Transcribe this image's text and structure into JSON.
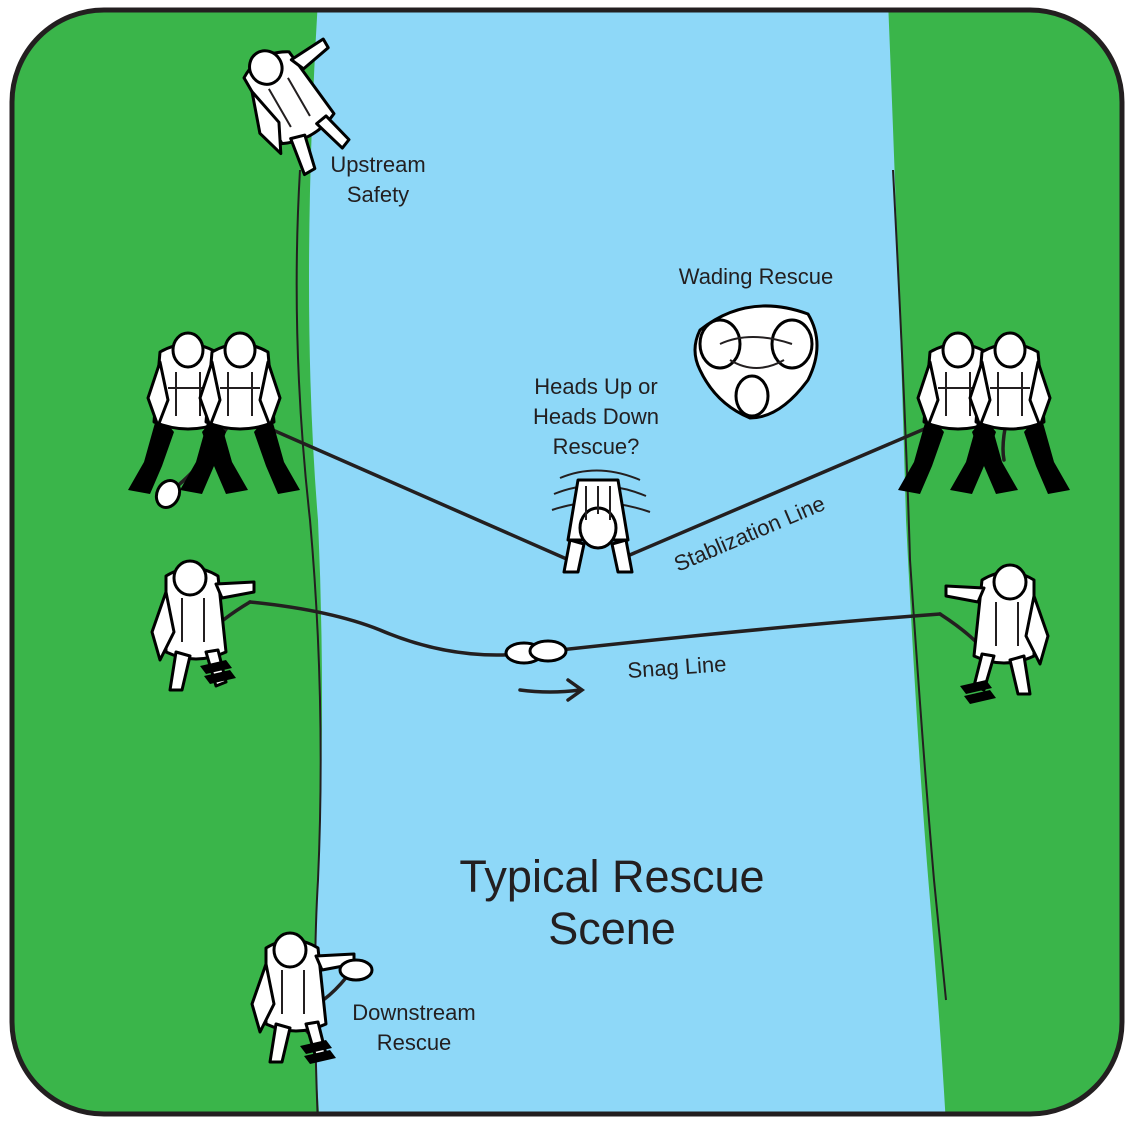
{
  "diagram": {
    "colors": {
      "bank": "#3ab54a",
      "water": "#8ed8f8",
      "outline": "#231f20",
      "figure": "#ffffff"
    },
    "labels": {
      "upstream_line1": "Upstream",
      "upstream_line2": "Safety",
      "wading": "Wading Rescue",
      "heads_line1": "Heads Up or",
      "heads_line2": "Heads Down",
      "heads_line3": "Rescue?",
      "stabilization": "Stablization Line",
      "snag": "Snag Line",
      "title_line1": "Typical Rescue",
      "title_line2": "Scene",
      "downstream_line1": "Downstream",
      "downstream_line2": "Rescue"
    }
  }
}
